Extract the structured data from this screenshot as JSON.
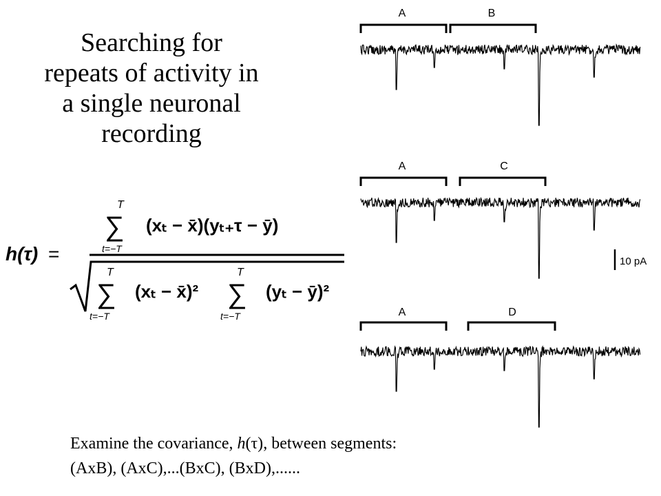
{
  "title_lines": [
    "Searching for",
    "repeats of activity in",
    "a single neuronal",
    "recording"
  ],
  "formula": {
    "lhs": "h(τ)",
    "equals": "=",
    "numerator": {
      "upper": "T",
      "lower": "t=−T",
      "term": "(xₜ − x̄)(yₜ₊τ − ȳ)"
    },
    "denominator": {
      "sum1_upper": "T",
      "sum1_lower": "t=−T",
      "term1": "(xₜ − x̄)²",
      "sum2_upper": "T",
      "sum2_lower": "t=−T",
      "term2": "(yₜ − ȳ)²"
    }
  },
  "segments": [
    {
      "left_label": "A",
      "right_label": "B"
    },
    {
      "left_label": "A",
      "right_label": "C"
    },
    {
      "left_label": "A",
      "right_label": "D"
    }
  ],
  "scale_bar_label": "10 pA",
  "caption": {
    "line1_prefix": "Examine the covariance, ",
    "line1_h": "h",
    "line1_tau": "(τ)",
    "line1_suffix": ", between segments:",
    "line2": "(AxB), (AxC),...(BxC), (BxD),......"
  }
}
